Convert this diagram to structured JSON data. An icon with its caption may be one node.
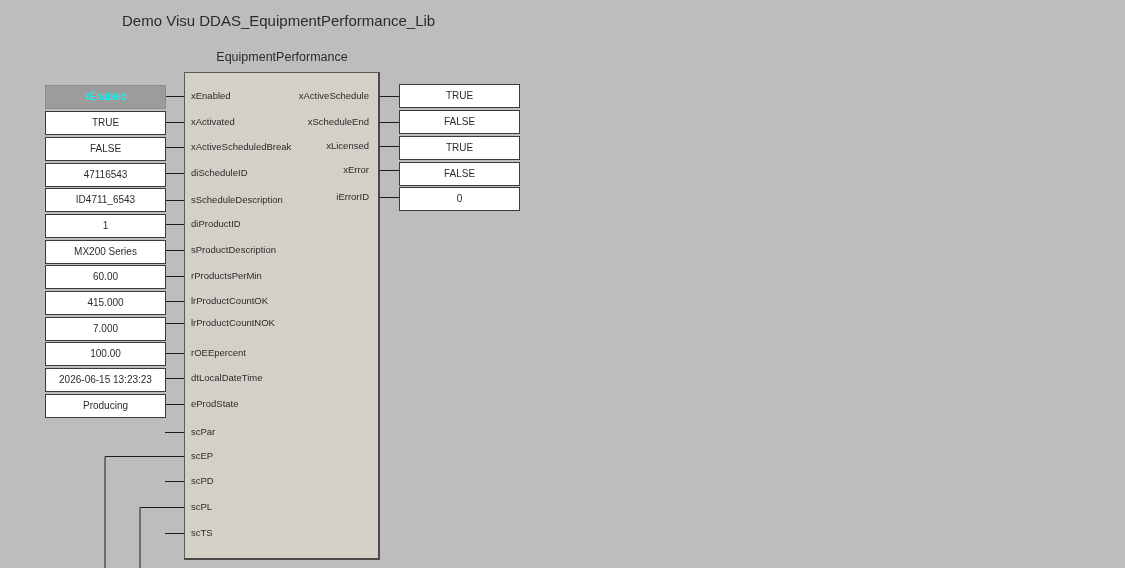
{
  "diagram": {
    "title": "Demo Visu DDAS_EquipmentPerformance_Lib",
    "nodes": [
      {
        "text": [
          "EquipmentPerformance"
        ]
      },
      {
        "text": [
          "xEnabled"
        ],
        "in": 0
      },
      {
        "text": [
          "xActivated"
        ],
        "in": 0
      },
      {
        "text": [
          "xActiveScheduledBreak"
        ],
        "in": 0
      },
      {
        "text": [
          "diScheduleID"
        ],
        "in": 0
      },
      {
        "text": [
          "sScheduleDescription"
        ],
        "in": 0
      },
      {
        "text": [
          "diProductID"
        ],
        "in": 0
      },
      {
        "text": [
          "sProductDescription"
        ],
        "in": 0
      },
      {
        "text": [
          "rProductsPerMin"
        ],
        "in": 0
      },
      {
        "text": [
          "lrProductCountOK"
        ],
        "in": 0
      },
      {
        "text": [
          "lrProductCountNOK"
        ],
        "in": 0
      },
      {
        "text": [
          "rOEEpercent"
        ],
        "in": 0
      },
      {
        "text": [
          "dtLocalDateTime"
        ],
        "in": 0
      },
      {
        "text": [
          "eProdState"
        ],
        "in": 0
      },
      {
        "text": [
          "scPar"
        ],
        "in": 0
      },
      {
        "text": [
          "scEP"
        ],
        "in": 0
      },
      {
        "text": [
          "scPD"
        ],
        "in": 0
      },
      {
        "text": [
          "scPL"
        ],
        "in": 0
      },
      {
        "text": [
          "scTS"
        ],
        "in": 0
      },
      {
        "text": [
          "xActiveSchedule"
        ],
        "in": 0
      },
      {
        "text": [
          "xScheduleEnd"
        ],
        "in": 0
      },
      {
        "text": [
          "xLicensed"
        ],
        "in": 0
      },
      {
        "text": [
          "xError"
        ],
        "in": 0
      },
      {
        "text": [
          "iErrorID"
        ],
        "in": 0
      },
      {
        "text": [
          "xEnabled"
        ]
      },
      {
        "text": [
          "TRUE"
        ]
      },
      {
        "text": [
          "FALSE"
        ]
      },
      {
        "text": [
          "47116543"
        ]
      },
      {
        "text": [
          "ID4711_6543"
        ]
      },
      {
        "text": [
          "1"
        ]
      },
      {
        "text": [
          "MX200 Series"
        ]
      },
      {
        "text": [
          "60.00"
        ]
      },
      {
        "text": [
          "415.000"
        ]
      },
      {
        "text": [
          "7.000"
        ]
      },
      {
        "text": [
          "100.00"
        ]
      },
      {
        "text": [
          "2026-06-15 13:23:23"
        ]
      },
      {
        "text": [
          "Producing"
        ]
      },
      {
        "text": [
          "TRUE"
        ]
      },
      {
        "text": [
          "FALSE"
        ]
      },
      {
        "text": [
          "TRUE"
        ]
      },
      {
        "text": [
          "FALSE"
        ]
      },
      {
        "text": [
          "0"
        ]
      }
    ],
    "edges": [
      {
        "from": 24,
        "to": 1,
        "arrow": "none"
      },
      {
        "from": 25,
        "to": 2,
        "arrow": "none"
      },
      {
        "from": 26,
        "to": 3,
        "arrow": "none"
      },
      {
        "from": 27,
        "to": 4,
        "arrow": "none"
      },
      {
        "from": 28,
        "to": 5,
        "arrow": "none"
      },
      {
        "from": 29,
        "to": 6,
        "arrow": "none"
      },
      {
        "from": 30,
        "to": 7,
        "arrow": "none"
      },
      {
        "from": 31,
        "to": 8,
        "arrow": "none"
      },
      {
        "from": 32,
        "to": 9,
        "arrow": "none"
      },
      {
        "from": 33,
        "to": 10,
        "arrow": "none"
      },
      {
        "from": 34,
        "to": 11,
        "arrow": "none"
      },
      {
        "from": 35,
        "to": 12,
        "arrow": "none"
      },
      {
        "from": 36,
        "to": 13,
        "arrow": "none"
      },
      {
        "from": 19,
        "to": 37,
        "arrow": "none"
      },
      {
        "from": 20,
        "to": 38,
        "arrow": "none"
      },
      {
        "from": 21,
        "to": 39,
        "arrow": "none"
      },
      {
        "from": 22,
        "to": 40,
        "arrow": "none"
      },
      {
        "from": 23,
        "to": 41,
        "arrow": "none"
      },
      {
        "from": null,
        "to": 14,
        "arrow": "none"
      },
      {
        "from": null,
        "to": 15,
        "arrow": "none"
      },
      {
        "from": null,
        "to": 16,
        "arrow": "none"
      },
      {
        "from": null,
        "to": 17,
        "arrow": "none"
      },
      {
        "from": null,
        "to": 18,
        "arrow": "none"
      }
    ]
  }
}
